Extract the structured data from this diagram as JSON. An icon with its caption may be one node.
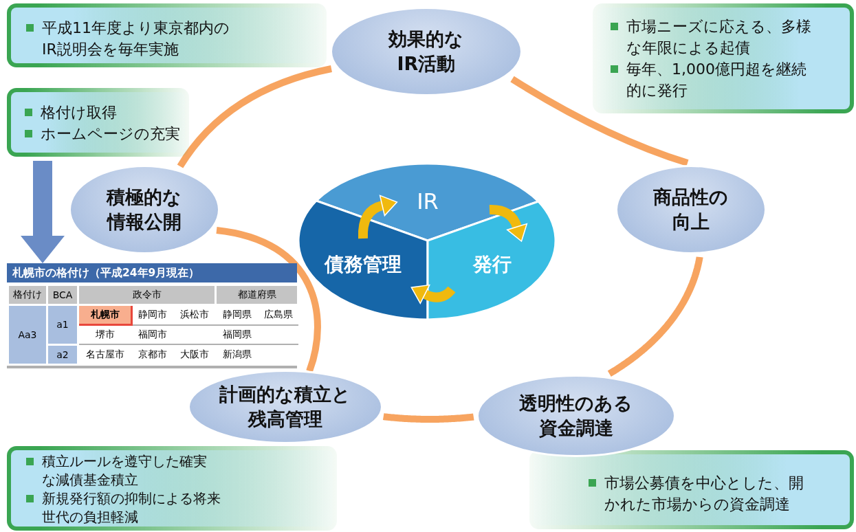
{
  "diagram": {
    "nodes": [
      {
        "text": [
          "平成11年度より東京都内のIR説明会を毎年実施"
        ]
      },
      {
        "text": [
          "格付け取得",
          "ホームページの充実"
        ]
      },
      {
        "text": [
          "効果的なIR活動"
        ]
      },
      {
        "text": [
          "市場ニーズに応える、多様な年限による起債",
          "毎年、1,000億円超を継続的に発行"
        ]
      },
      {
        "text": [
          "積極的な情報公開"
        ]
      },
      {
        "text": [
          "商品性の向上"
        ]
      },
      {
        "text": [
          "IR"
        ]
      },
      {
        "text": [
          "債務管理"
        ]
      },
      {
        "text": [
          "発行"
        ]
      },
      {
        "text": [
          "札幌市の格付け（平成24年9月現在）"
        ]
      },
      {
        "text": [
          "計画的な積立と残高管理"
        ]
      },
      {
        "text": [
          "透明性のある資金調達"
        ]
      },
      {
        "text": [
          "積立ルールを遵守した確実な減債基金積立",
          "新規発行額の抑制による将来世代の負担軽減"
        ]
      },
      {
        "text": [
          "市場公募債を中心とした、開かれた市場からの資金調達"
        ]
      }
    ],
    "edges": [
      {
        "from": 1,
        "to": 9,
        "arrow": "to",
        "style": "thick",
        "color": "#6a8cc6"
      },
      {
        "from": 2,
        "to": 5,
        "arrow": "none",
        "color": "#f7a460"
      },
      {
        "from": 5,
        "to": 11,
        "arrow": "none",
        "color": "#f7a460"
      },
      {
        "from": 11,
        "to": 10,
        "arrow": "none",
        "color": "#f7a460"
      },
      {
        "from": 10,
        "to": 4,
        "arrow": "none",
        "color": "#f7a460"
      },
      {
        "from": 4,
        "to": 2,
        "arrow": "none",
        "color": "#f7a460"
      },
      {
        "from": 7,
        "to": 6,
        "arrow": "to",
        "color": "#f0b90e"
      },
      {
        "from": 6,
        "to": 8,
        "arrow": "to",
        "color": "#f0b90e"
      },
      {
        "from": 8,
        "to": 7,
        "arrow": "to",
        "color": "#f0b90e"
      }
    ],
    "labels": [
      "格付け",
      "BCA",
      "政令市",
      "都道府県",
      "Aa3",
      "a1",
      "札幌市",
      "静岡市",
      "浜松市",
      "静岡県",
      "広島県",
      "堺市",
      "福岡市",
      "福岡県",
      "a2",
      "名古屋市",
      "京都市",
      "大阪市",
      "新潟県"
    ]
  }
}
